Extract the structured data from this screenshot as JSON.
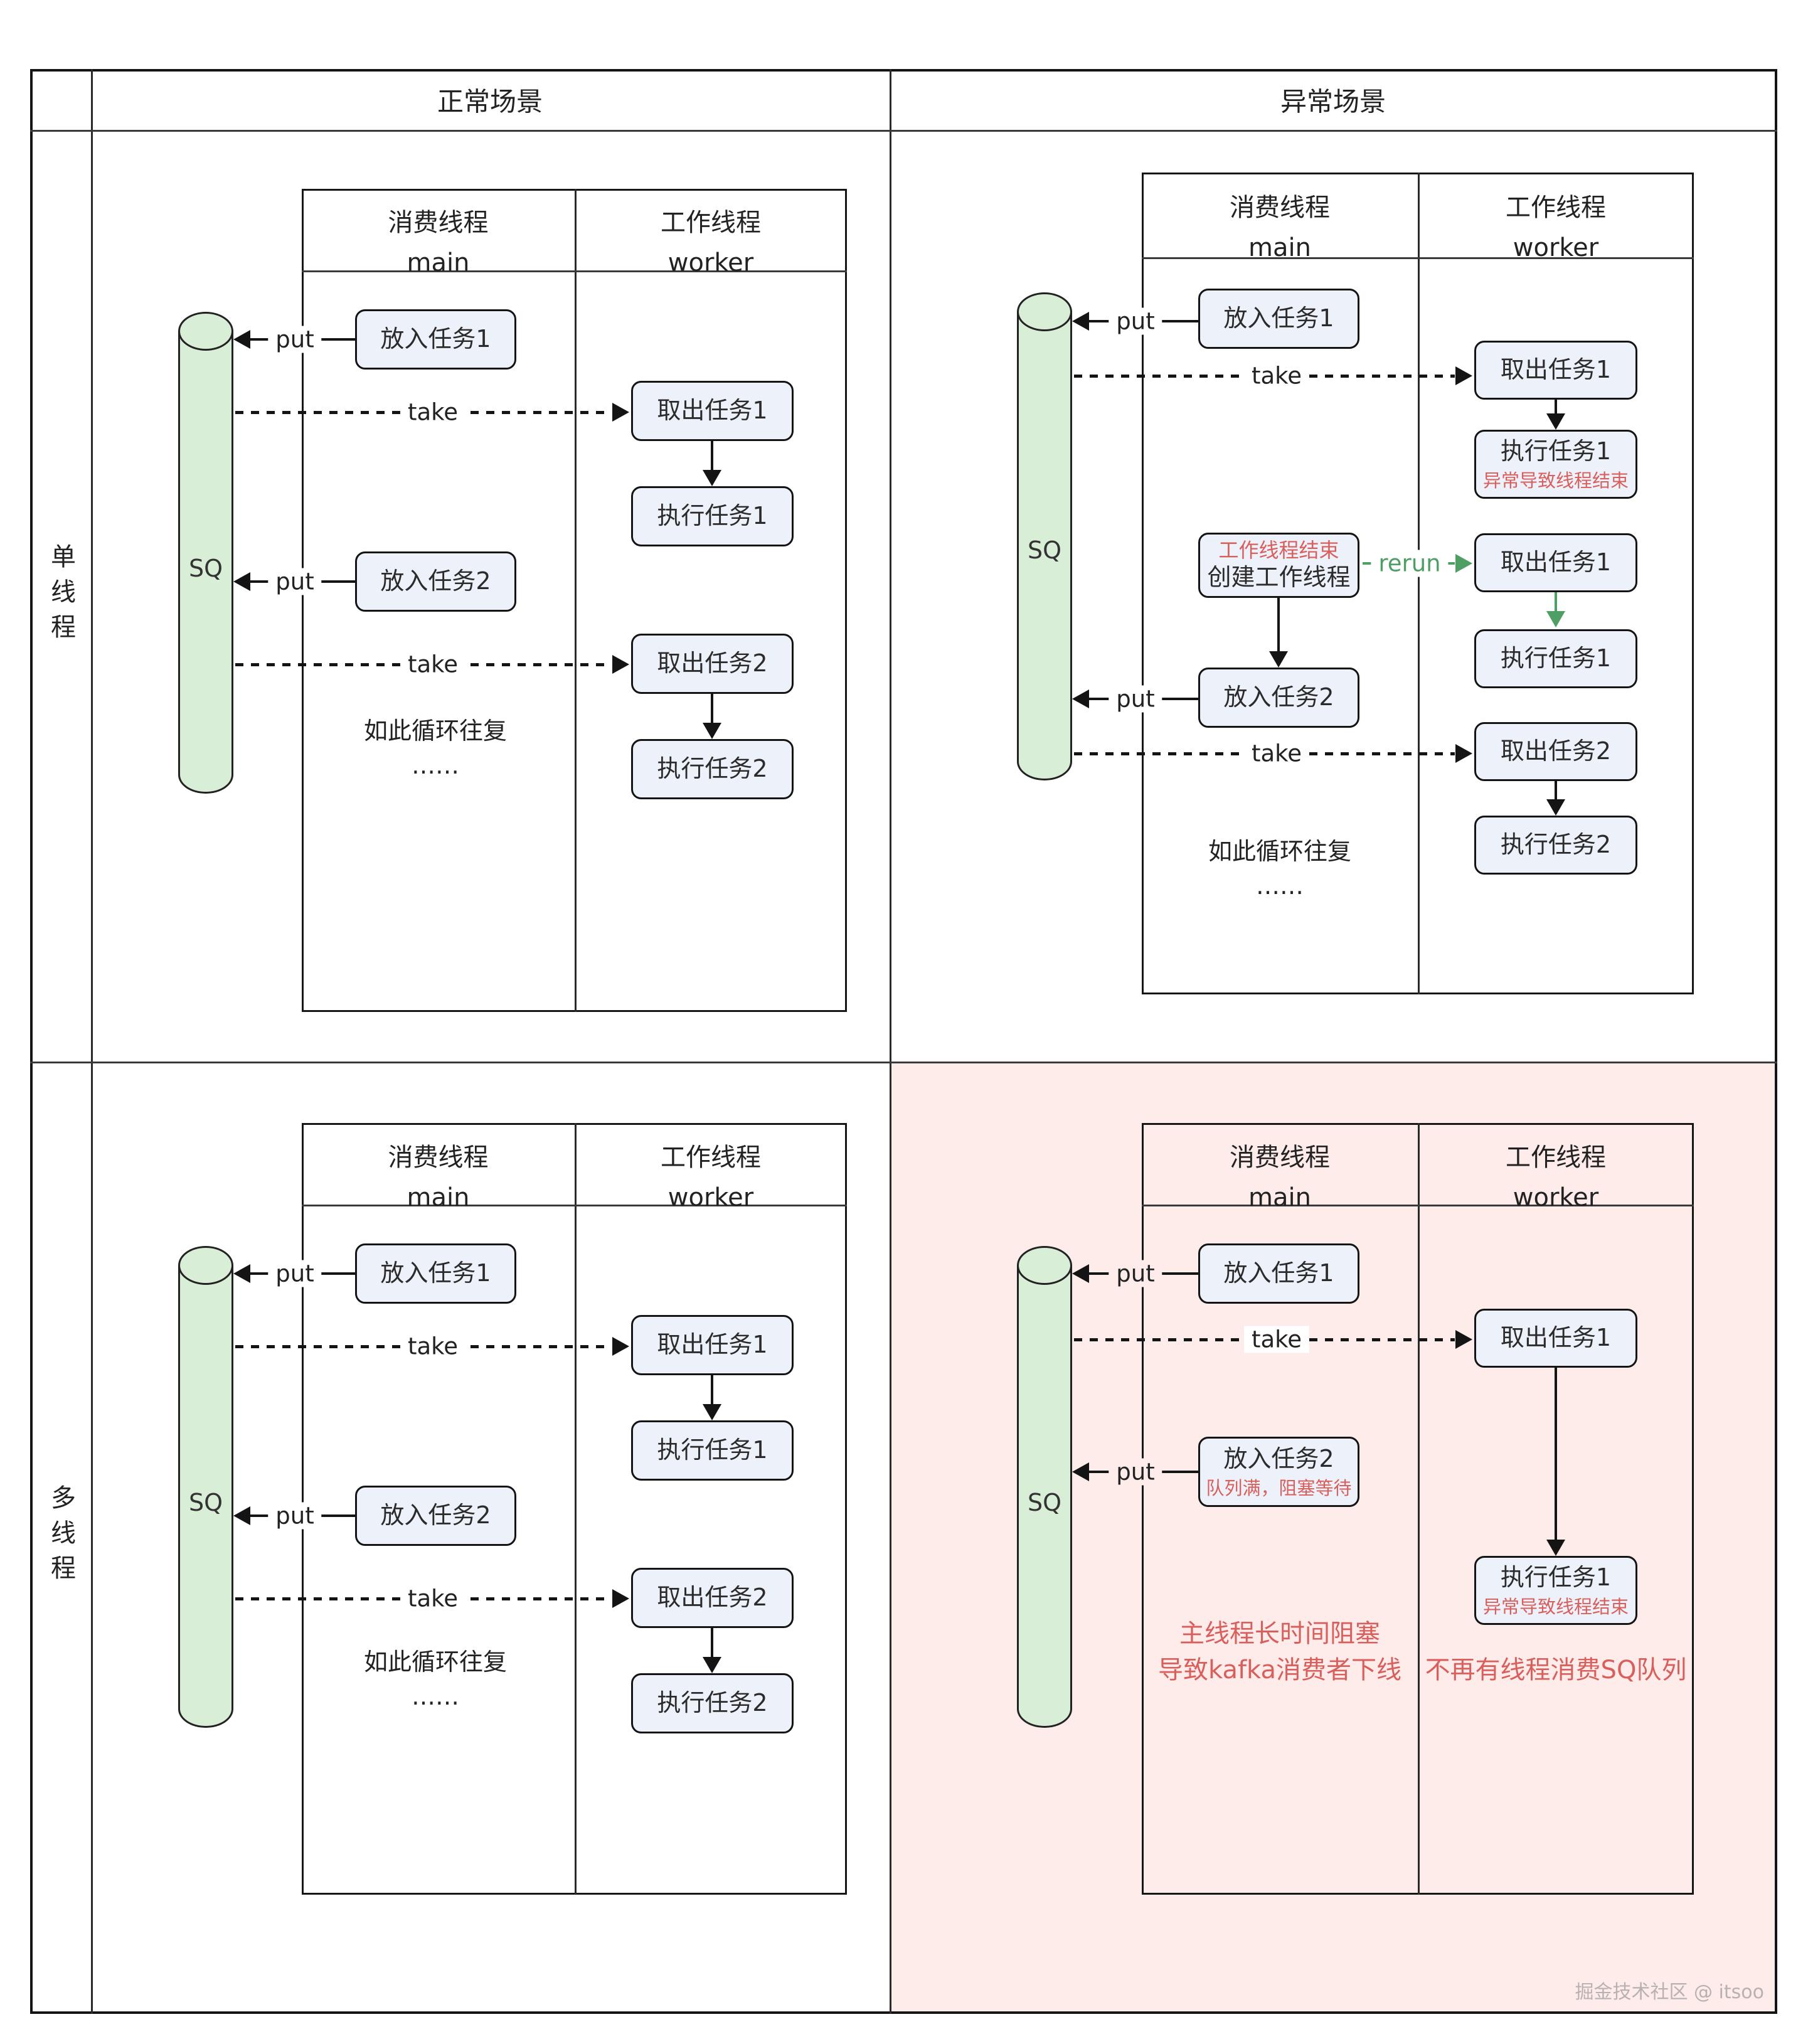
{
  "title_row": {
    "normal": "正常场景",
    "abnormal": "异常场景"
  },
  "row_labels": {
    "single": "单线程",
    "multi": "多线程"
  },
  "columns": {
    "consumer_title": "消费线程",
    "consumer_sub": "main",
    "worker_title": "工作线程",
    "worker_sub": "worker"
  },
  "queue_label": "SQ",
  "arrows": {
    "put": "put",
    "take": "take",
    "rerun": "rerun"
  },
  "boxes": {
    "put_task1": "放入任务1",
    "put_task2": "放入任务2",
    "take_task1": "取出任务1",
    "take_task2": "取出任务2",
    "exec_task1": "执行任务1",
    "exec_task2": "执行任务2",
    "worker_end": "工作线程结束",
    "create_worker": "创建工作线程",
    "queue_full": "队列满，阻塞等待",
    "exception_end": "异常导致线程结束"
  },
  "loop": {
    "line1": "如此循环往复",
    "line2": "……"
  },
  "notes": {
    "main_blocked_line1": "主线程长时间阻塞",
    "main_blocked_line2": "导致kafka消费者下线",
    "no_consumer": "不再有线程消费SQ队列"
  },
  "watermark": "掘金技术社区 @ itsoo",
  "colors": {
    "box_fill": "#edf1f9",
    "box_border": "#141414",
    "cylinder_fill": "#d9eed6",
    "pink_bg": "#fdecea",
    "red_text": "#d95f5c",
    "green_accent": "#4f9e63"
  }
}
